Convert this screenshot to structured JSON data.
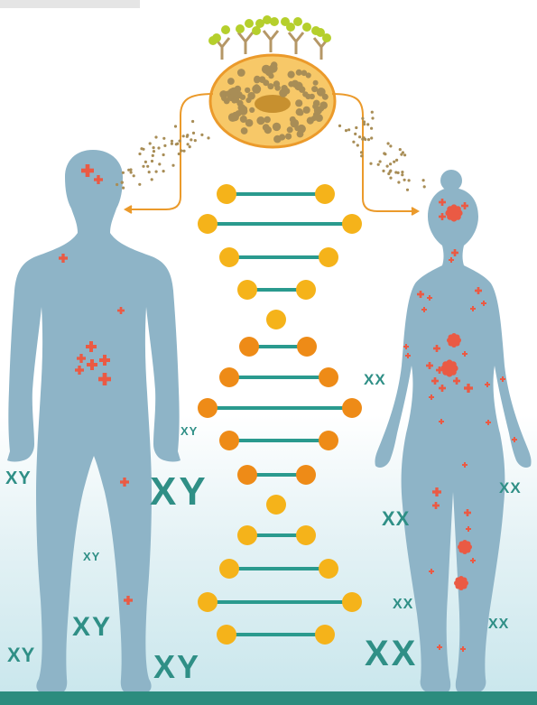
{
  "colors": {
    "silhouette": "#8eb4c7",
    "marker": "#ea5a44",
    "rung": "#2a9a8e",
    "node_yellow": "#f5b31a",
    "node_orange": "#ee8b17",
    "cell_fill": "#f7c868",
    "cell_border": "#eb9a2b",
    "granule": "#a88d56",
    "antibody_stem": "#b59766",
    "antibody_tip": "#b5cf2c",
    "arrow": "#eb9a2b",
    "ground": "#2c8c7e",
    "label": "#2f8f86"
  },
  "icons": [
    "male-silhouette",
    "female-silhouette",
    "immune-cell",
    "antibody-icon",
    "dna-helix",
    "autoimmune-marker"
  ],
  "male_labels": [
    "XY",
    "XY",
    "XY",
    "XY",
    "XY",
    "XY",
    "XY"
  ],
  "female_labels": [
    "XX",
    "XX",
    "XX",
    "XX",
    "XX",
    "XX"
  ]
}
